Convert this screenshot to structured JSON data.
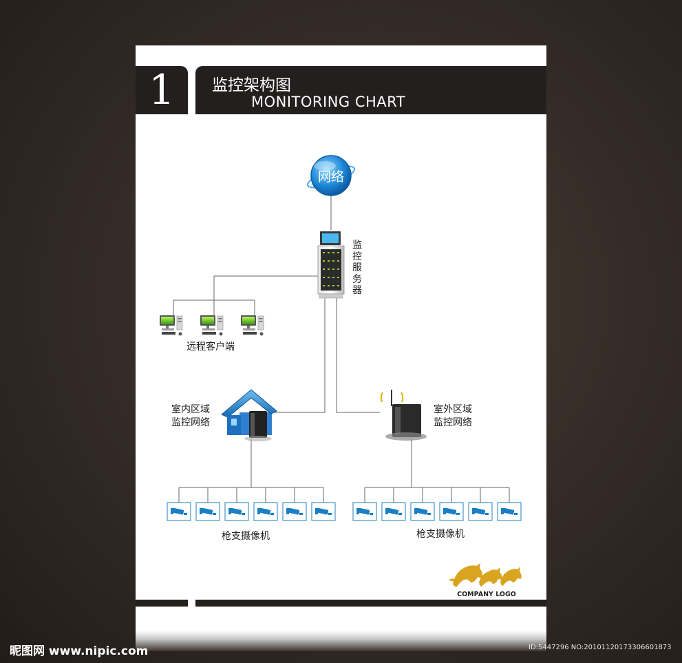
{
  "header": {
    "number": "1",
    "title_cn": "监控架构图",
    "title_en": "MONITORING CHART"
  },
  "nodes": {
    "network": "网络",
    "server": "监控服务器",
    "remote_clients": "远程客户端",
    "indoor_line1": "室内区域",
    "indoor_line2": "监控网络",
    "outdoor_line1": "室外区域",
    "outdoor_line2": "监控网络",
    "cameras_left": "枪支摄像机",
    "cameras_right": "枪支摄像机"
  },
  "logo": {
    "text": "COMPANY LOGO"
  },
  "watermark": {
    "site": "昵图网 www.nipic.com",
    "id": "ID:5447296 NO:20101120173306601873"
  },
  "colors": {
    "panel": "#231f1e",
    "line": "#666666",
    "camera_blue": "#1a7fc4",
    "logo_gold": "#d9a520"
  }
}
